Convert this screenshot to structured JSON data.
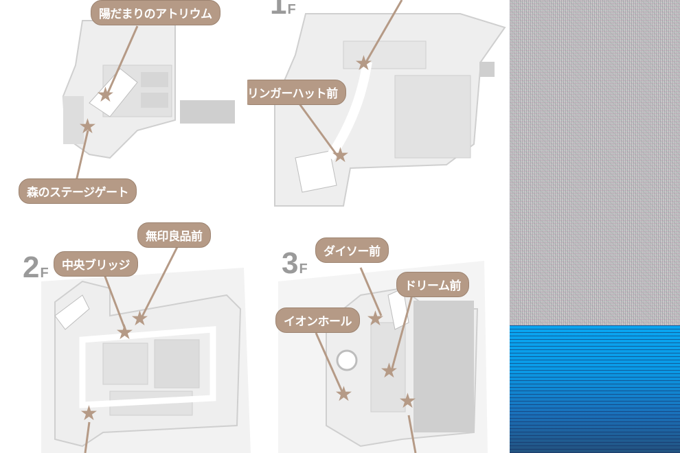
{
  "floors": {
    "f1_label_num": "1",
    "f1_label_suffix": "F",
    "f2_label_num": "2",
    "f2_label_suffix": "F",
    "f3_label_num": "3",
    "f3_label_suffix": "F"
  },
  "spots": {
    "hidamari_atrium": "陽だまりのアトリウム",
    "mori_stage_gate": "森のステージゲート",
    "ringer_hut": "リンガーハット前",
    "chuo_bridge": "中央ブリッジ",
    "muji": "無印良品前",
    "daiso": "ダイソー前",
    "dream": "ドリーム前",
    "aeon_hall": "イオンホール"
  },
  "marker_icon": "star-icon",
  "colors": {
    "tag_fill": "#b59a86",
    "floor_gray": "#9a9a9a",
    "map_base": "#eeeeee",
    "map_block": "#cfcfcf",
    "water_blue": "#0aa5f0"
  }
}
